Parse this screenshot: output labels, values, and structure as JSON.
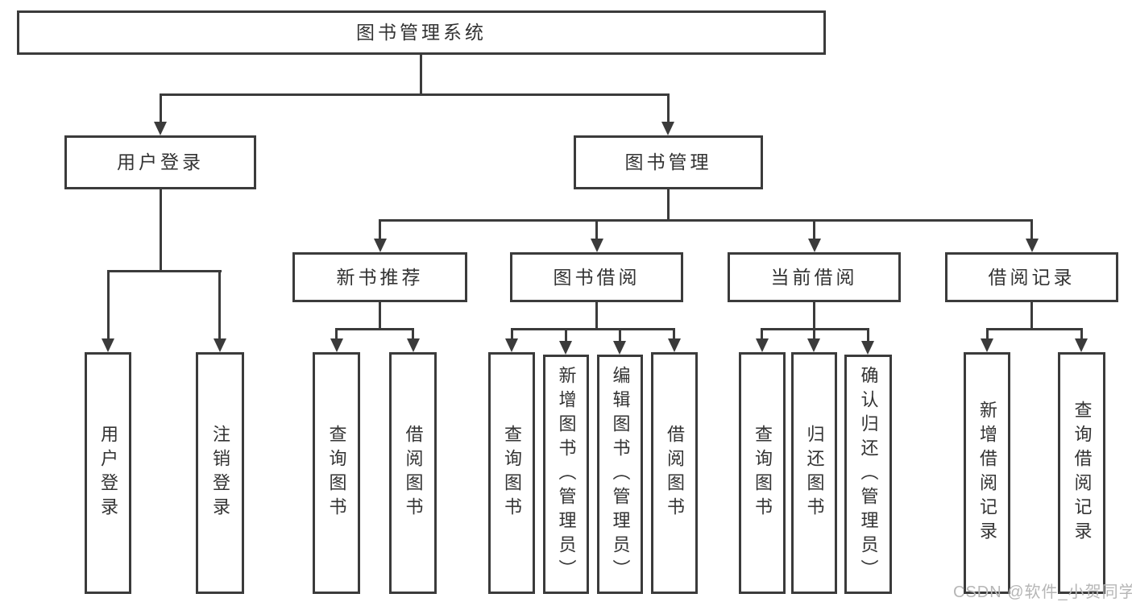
{
  "colors": {
    "background": "#ffffff",
    "box_border": "#3b3b3b",
    "connector_line": "#3b3b3b",
    "text": "#333333",
    "watermark_text": "#b6b6b6"
  },
  "diagram": {
    "type": "hierarchy-tree",
    "root": {
      "label": "图书管理系统",
      "children": [
        {
          "label": "用户登录",
          "children": [
            {
              "label": "用户登录"
            },
            {
              "label": "注销登录"
            }
          ]
        },
        {
          "label": "图书管理",
          "children": [
            {
              "label": "新书推荐",
              "children": [
                {
                  "label": "查询图书"
                },
                {
                  "label": "借阅图书"
                }
              ]
            },
            {
              "label": "图书借阅",
              "children": [
                {
                  "label": "查询图书"
                },
                {
                  "label": "新增图书（管理员）"
                },
                {
                  "label": "编辑图书（管理员）"
                },
                {
                  "label": "借阅图书"
                }
              ]
            },
            {
              "label": "当前借阅",
              "children": [
                {
                  "label": "查询图书"
                },
                {
                  "label": "归还图书"
                },
                {
                  "label": "确认归还（管理员）"
                }
              ]
            },
            {
              "label": "借阅记录",
              "children": [
                {
                  "label": "新增借阅记录"
                },
                {
                  "label": "查询借阅记录"
                }
              ]
            }
          ]
        }
      ]
    }
  },
  "watermark": {
    "text": "CSDN @软件_小贺同学"
  }
}
